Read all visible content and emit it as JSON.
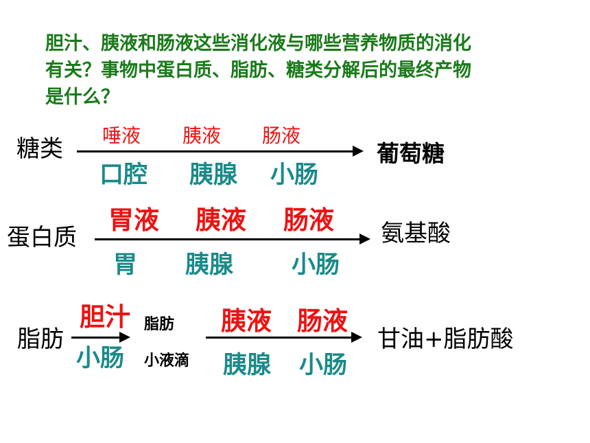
{
  "question": {
    "line1": "胆汁、胰液和肠液这些消化液与哪些营养物质的消化",
    "line2": "有关？事物中蛋白质、脂肪、糖类分解后的最终产物",
    "line3": "是什么？"
  },
  "rows": {
    "sugar": {
      "substance": "糖类",
      "enzymes": [
        "唾液",
        "胰液",
        "肠液"
      ],
      "organs": [
        "口腔",
        "胰腺",
        "小肠"
      ],
      "product": "葡萄糖"
    },
    "protein": {
      "substance": "蛋白质",
      "enzymes": [
        "胃液",
        "胰液",
        "肠液"
      ],
      "organs": [
        "胃",
        "胰腺",
        "小肠"
      ],
      "product": "氨基酸"
    },
    "fat": {
      "substance": "脂肪",
      "step1_enzyme": "胆汁",
      "step1_organ": "小肠",
      "intermediate_top": "脂肪",
      "intermediate_bottom": "小液滴",
      "enzymes": [
        "胰液",
        "肠液"
      ],
      "organs": [
        "胰腺",
        "小肠"
      ],
      "product": "甘油+脂肪酸"
    }
  }
}
